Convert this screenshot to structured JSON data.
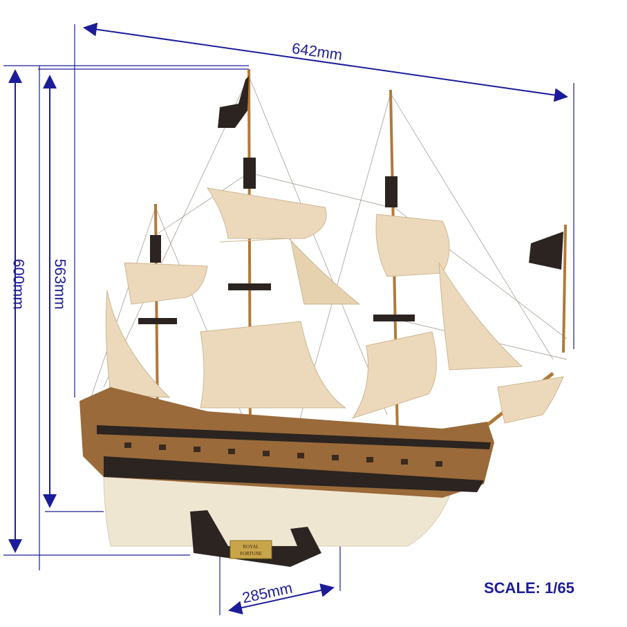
{
  "dimensions": {
    "length": "642mm",
    "height_total": "600mm",
    "height_hull": "563mm",
    "beam": "285mm"
  },
  "scale": "SCALE: 1/65",
  "plaque": {
    "line1": "ROYAL",
    "line2": "FORTUNE"
  },
  "colors": {
    "dimension_blue": "#1c1c9a",
    "sail": "#ecd9bb",
    "hull_wood": "#9a6a3a",
    "hull_white": "#efe6d2",
    "dark": "#2b2420"
  }
}
